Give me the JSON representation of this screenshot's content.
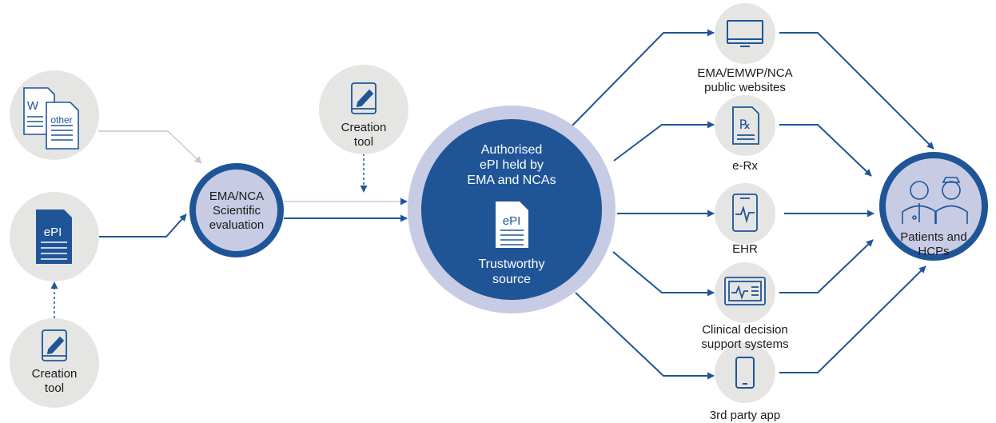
{
  "colors": {
    "dark_blue": "#1f5597",
    "light_lavender": "#c7cbe4",
    "grey_circle": "#e5e5e3",
    "grey_arrow": "#c8c8c8"
  },
  "sources": {
    "word_other": {
      "icon": "word-and-other-documents-icon",
      "word_letter": "W",
      "other_text": "other"
    },
    "epi_doc": {
      "icon": "epi-document-icon",
      "text": "ePI"
    },
    "creation_tool_bottom": {
      "icon": "tablet-pen-icon",
      "label": "Creation\ntool"
    },
    "creation_tool_top": {
      "icon": "tablet-pen-icon",
      "label": "Creation\ntool"
    }
  },
  "evaluation": {
    "label": "EMA/NCA\nScientific\nevaluation"
  },
  "central": {
    "title": "Authorised\nePI held by\nEMA and NCAs",
    "doc_text": "ePI",
    "subtitle": "Trustworthy\nsource"
  },
  "channels": [
    {
      "icon": "monitor-icon",
      "label": "EMA/EMWP/NCA\npublic websites"
    },
    {
      "icon": "prescription-icon",
      "label": "e-Rx"
    },
    {
      "icon": "ehr-tablet-icon",
      "label": "EHR"
    },
    {
      "icon": "clinical-screen-icon",
      "label": "Clinical decision\nsupport systems"
    },
    {
      "icon": "smartphone-icon",
      "label": "3rd party app"
    }
  ],
  "target": {
    "icon": "doctor-nurse-icon",
    "label": "Patients and\nHCPs"
  }
}
